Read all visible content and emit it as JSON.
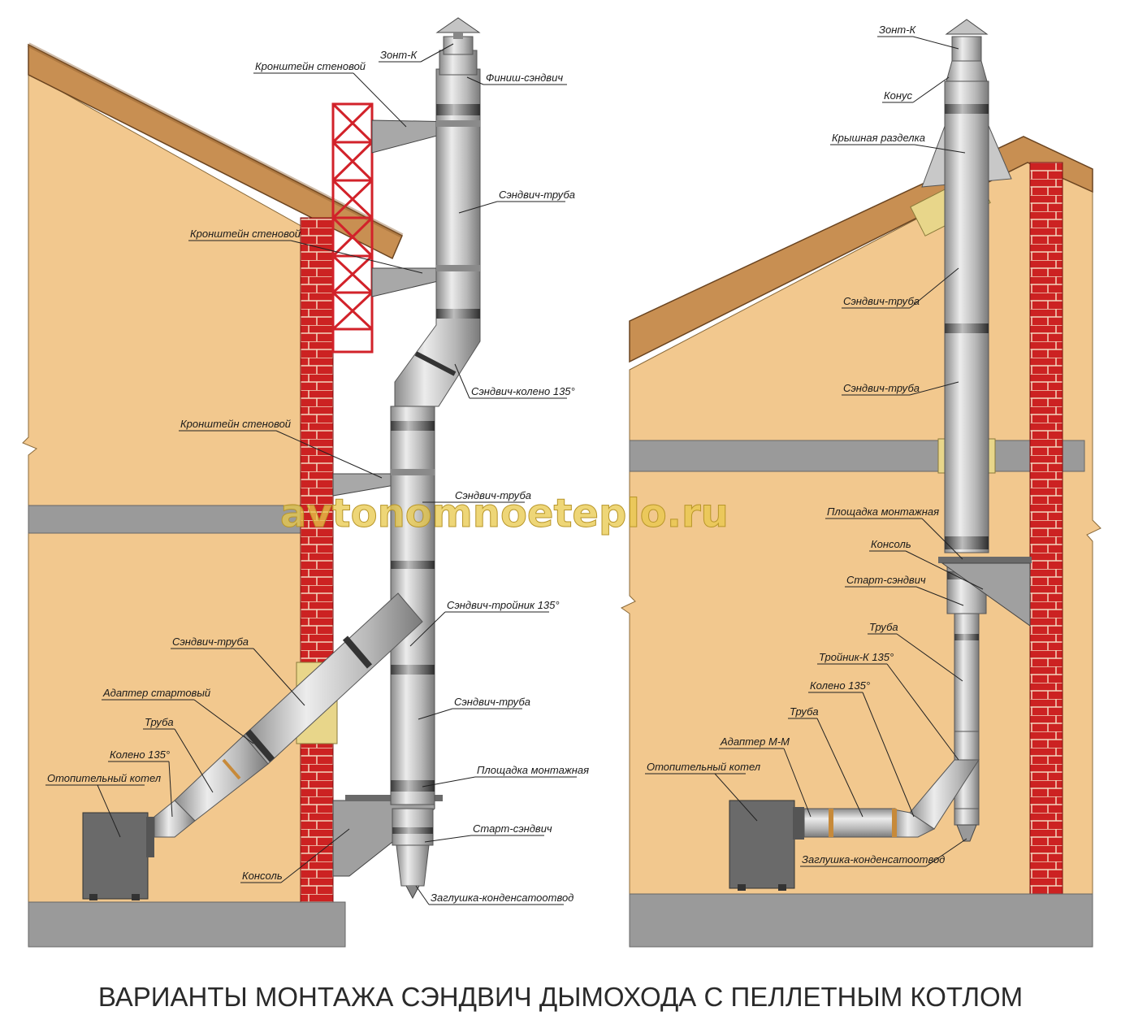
{
  "title": "ВАРИАНТЫ МОНТАЖА СЭНДВИЧ ДЫМОХОДА С ПЕЛЛЕТНЫМ КОТЛОМ",
  "watermark": "avtonomnoeteplo.ru",
  "colors": {
    "wall": "#f2c88e",
    "roof": "#c88f52",
    "brick": "#cc2222",
    "slab": "#9a9a9a",
    "pipe": "#c4c4c4",
    "insulation": "#e8d68a",
    "boiler": "#6a6a6a"
  },
  "left": {
    "labels": {
      "umbrella": "Зонт-К",
      "finish": "Финиш-сэндвич",
      "bracket_top": "Кронштейн стеновой",
      "pipe_top": "Сэндвич-труба",
      "bracket_mid": "Кронштейн стеновой",
      "elbow": "Сэндвич-колено 135°",
      "bracket_low": "Кронштейн стеновой",
      "pipe_mid": "Сэндвич-труба",
      "tee": "Сэндвич-тройник 135°",
      "pipe_incl": "Сэндвич-труба",
      "adapter": "Адаптер стартовый",
      "pipe_small": "Труба",
      "elbow_small": "Колено 135°",
      "boiler": "Отопительный котел",
      "pipe_low": "Сэндвич-труба",
      "platform": "Площадка монтажная",
      "start": "Старт-сэндвич",
      "console": "Консоль",
      "plug": "Заглушка-конденсатоотвод"
    }
  },
  "right": {
    "labels": {
      "umbrella": "Зонт-К",
      "cone": "Конус",
      "roof_cut": "Крышная разделка",
      "pipe_1": "Сэндвич-труба",
      "pipe_2": "Сэндвич-труба",
      "platform": "Площадка монтажная",
      "console": "Консоль",
      "start": "Старт-сэндвич",
      "pipe": "Труба",
      "tee": "Тройник-К 135°",
      "elbow": "Колено 135°",
      "pipe_h": "Труба",
      "adapter": "Адаптер М-М",
      "boiler": "Отопительный котел",
      "plug": "Заглушка-конденсатоотвод"
    }
  }
}
